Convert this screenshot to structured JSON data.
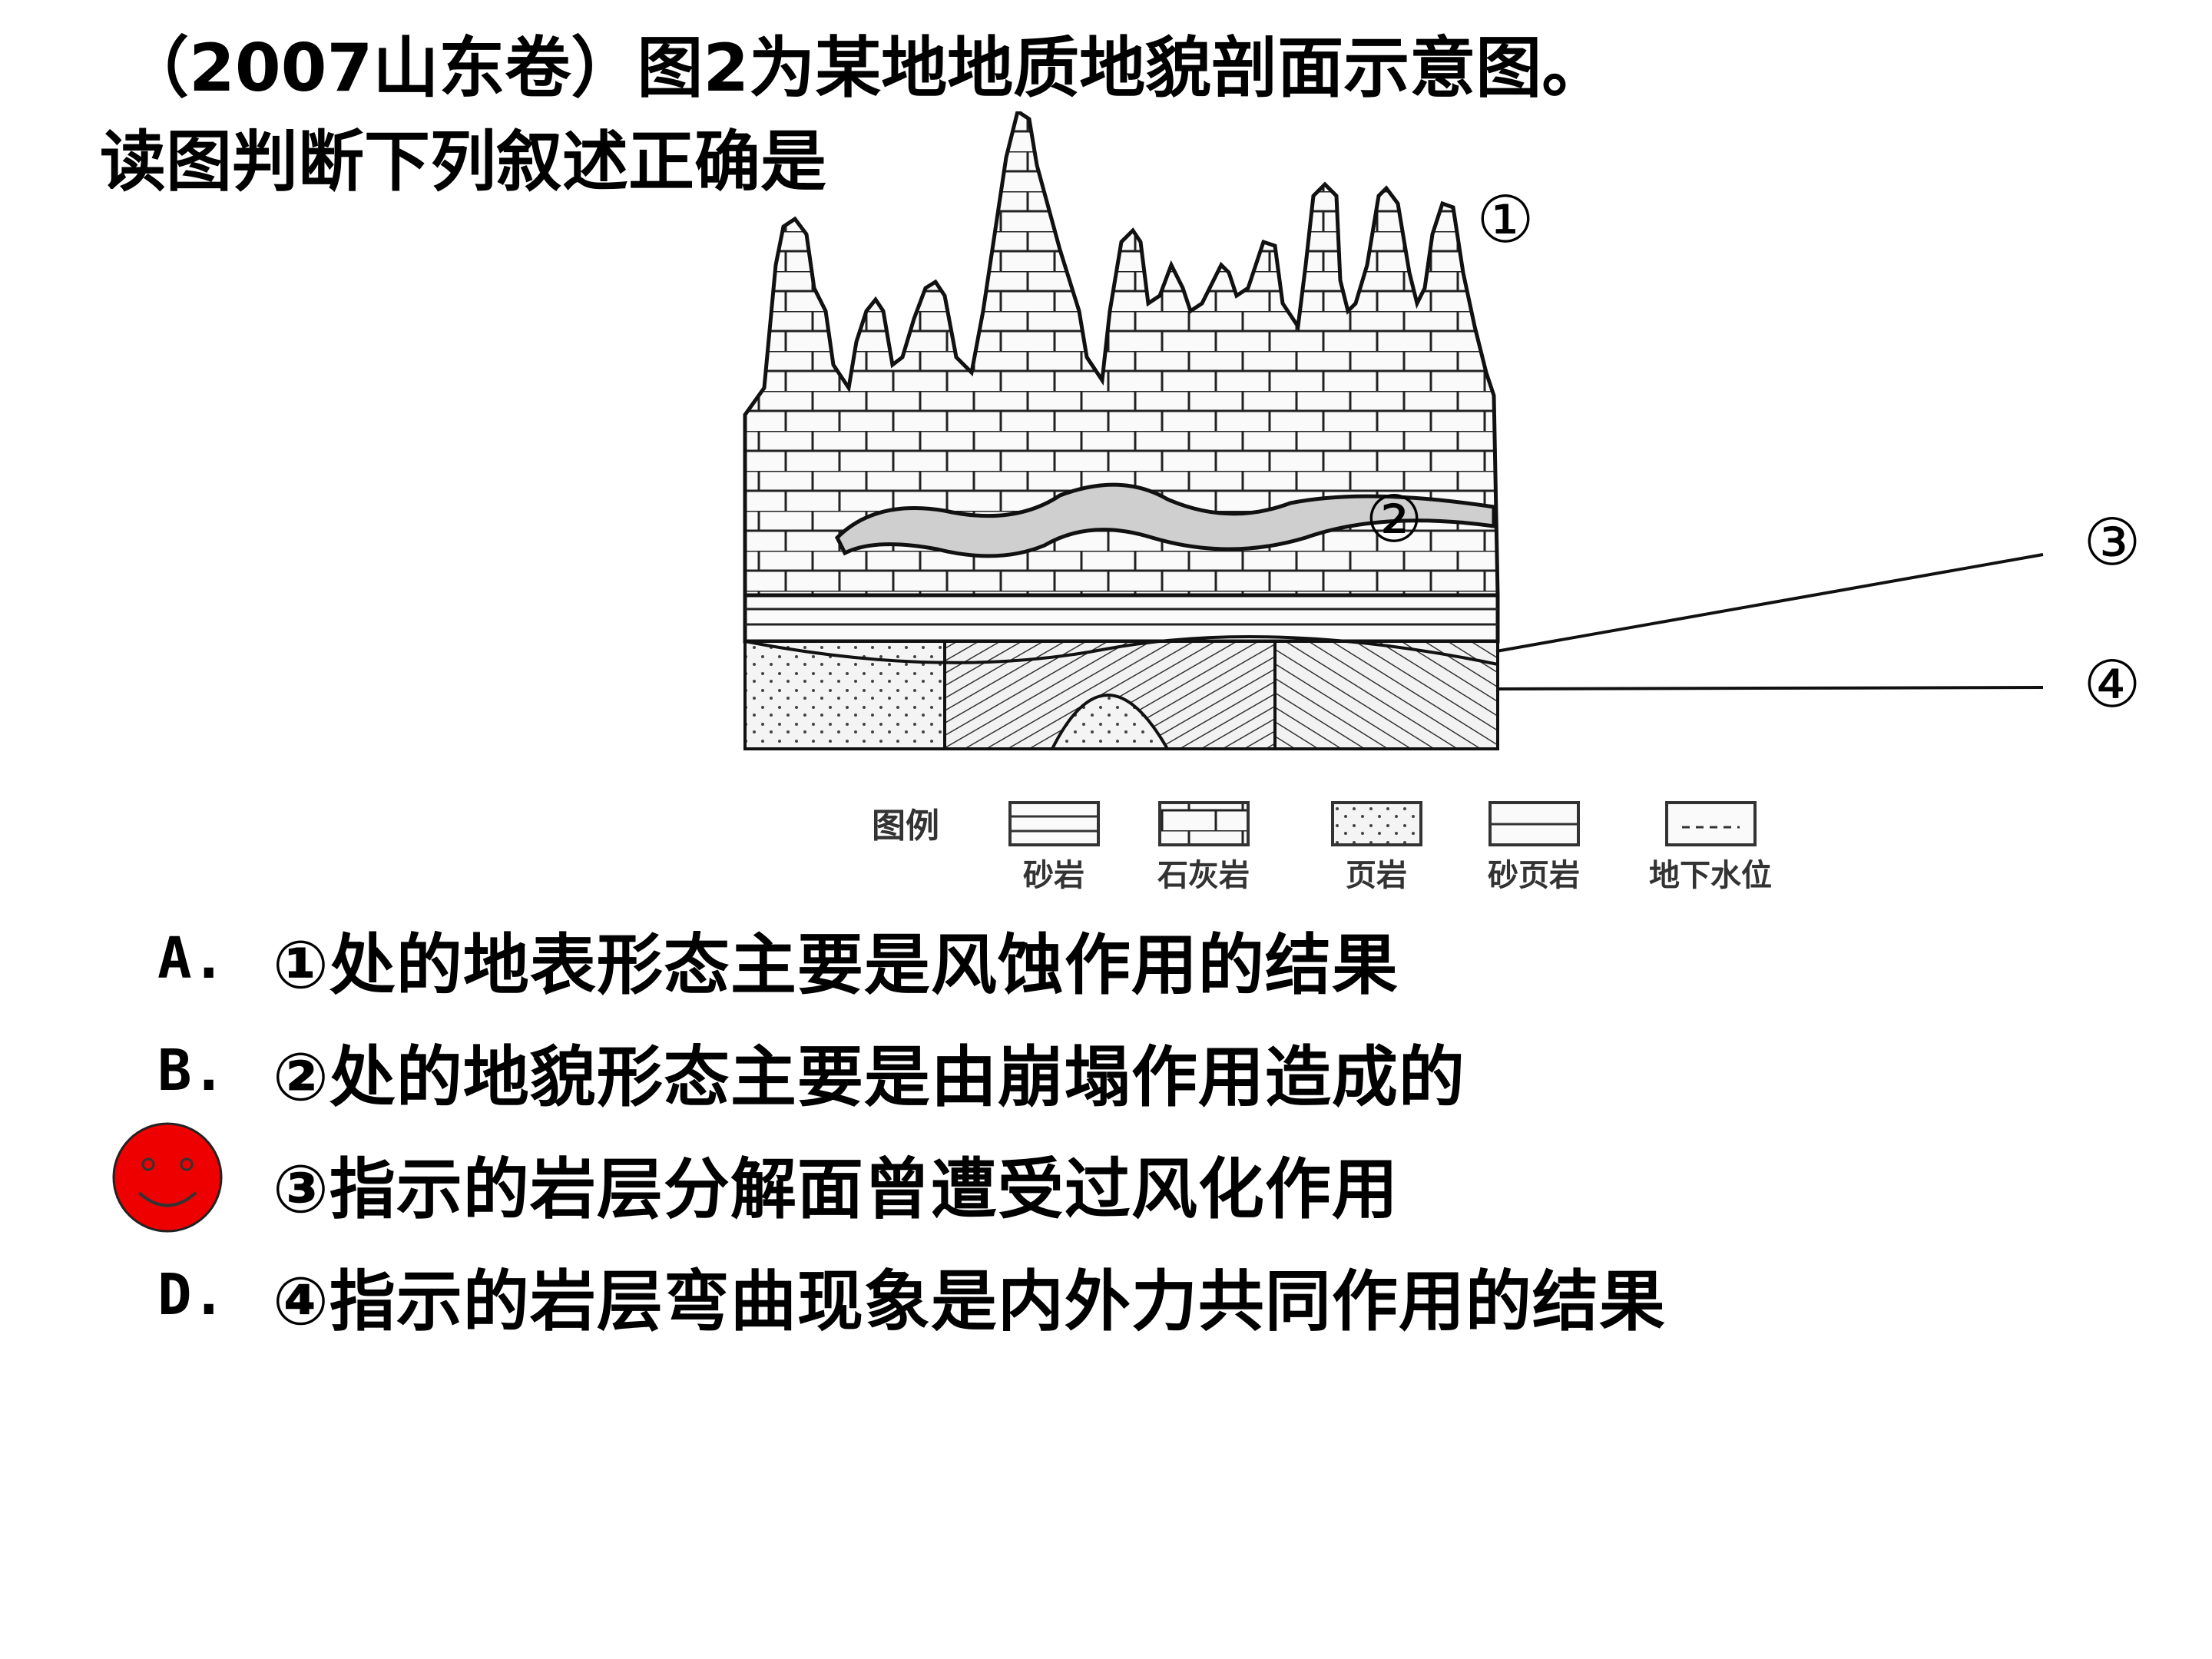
{
  "question": {
    "line1": "（2007山东卷）图2为某地地质地貌剖面示意图。",
    "line2": "读图判断下列叙述正确是"
  },
  "diagram": {
    "markers": [
      "①",
      "②",
      "③",
      "④"
    ],
    "legend_title": "图例",
    "legend_items": [
      "砂岩",
      "石灰岩",
      "页岩",
      "砂页岩",
      "地下水位"
    ]
  },
  "options": [
    {
      "letter": "A.",
      "text": "①处的地表形态主要是风蚀作用的结果"
    },
    {
      "letter": "B.",
      "text": "②处的地貌形态主要是由崩塌作用造成的"
    },
    {
      "letter": "",
      "text": "③指示的岩层分解面曾遭受过风化作用"
    },
    {
      "letter": "D.",
      "text": "④指示的岩层弯曲现象是内外力共同作用的结果"
    }
  ],
  "answer_mark": {
    "icon": "smiley-face-icon",
    "color": "#ee0000",
    "option_index": 2
  }
}
